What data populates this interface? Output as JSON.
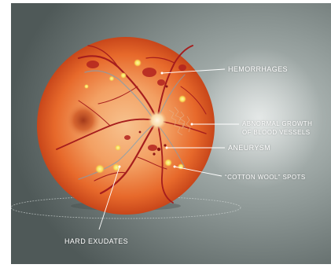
{
  "labels": {
    "hemorrhages": "HEMORRHAGES",
    "abnormal_growth_line1": "ABNORMAL GROWTH",
    "abnormal_growth_line2": "OF BLOOD VESSELS",
    "aneurysm": "ANEURYSM",
    "cotton_wool": "“COTTON WOOL” SPOTS",
    "hard_exudates": "HARD EXUDATES"
  },
  "colors": {
    "background_dark": "#5f6a69",
    "background_light": "#aeb8b6",
    "eyeball_outer": "#e0571f",
    "eyeball_inner": "#f4b27a",
    "optic_disc": "#fbe5c3",
    "vessel": "#a61d1d",
    "exudate": "#f6e15f",
    "label_text": "#ffffff"
  }
}
